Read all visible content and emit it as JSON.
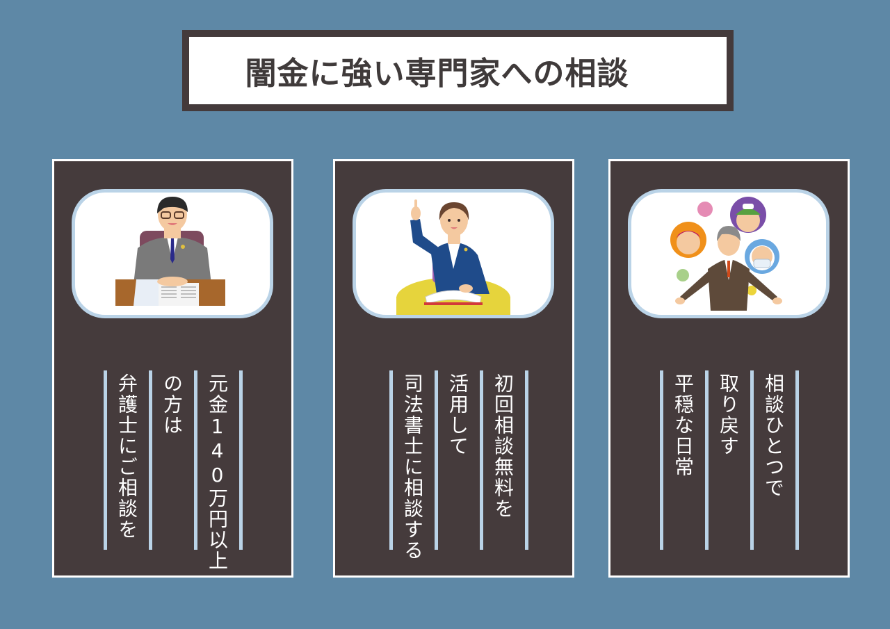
{
  "header": {
    "title": "闇金に強い専門家への相談"
  },
  "colors": {
    "background": "#5e88a6",
    "card": "#453b3c",
    "card_border": "#ffffff",
    "accent_bar": "#bad3e7",
    "title_border": "#443a3b"
  },
  "cards": [
    {
      "illustration": "lawyer-at-desk-illustration",
      "lines": [
        "元金140万円以上",
        "の方は",
        "弁護士にご相談を"
      ]
    },
    {
      "illustration": "judicial-scrivener-pointing-illustration",
      "lines": [
        "初回相談無料を",
        "活用して",
        "司法書士に相談する"
      ]
    },
    {
      "illustration": "happy-people-with-lawyer-illustration",
      "lines": [
        "相談ひとつで",
        "取り戻す",
        "平穏な日常"
      ]
    }
  ]
}
